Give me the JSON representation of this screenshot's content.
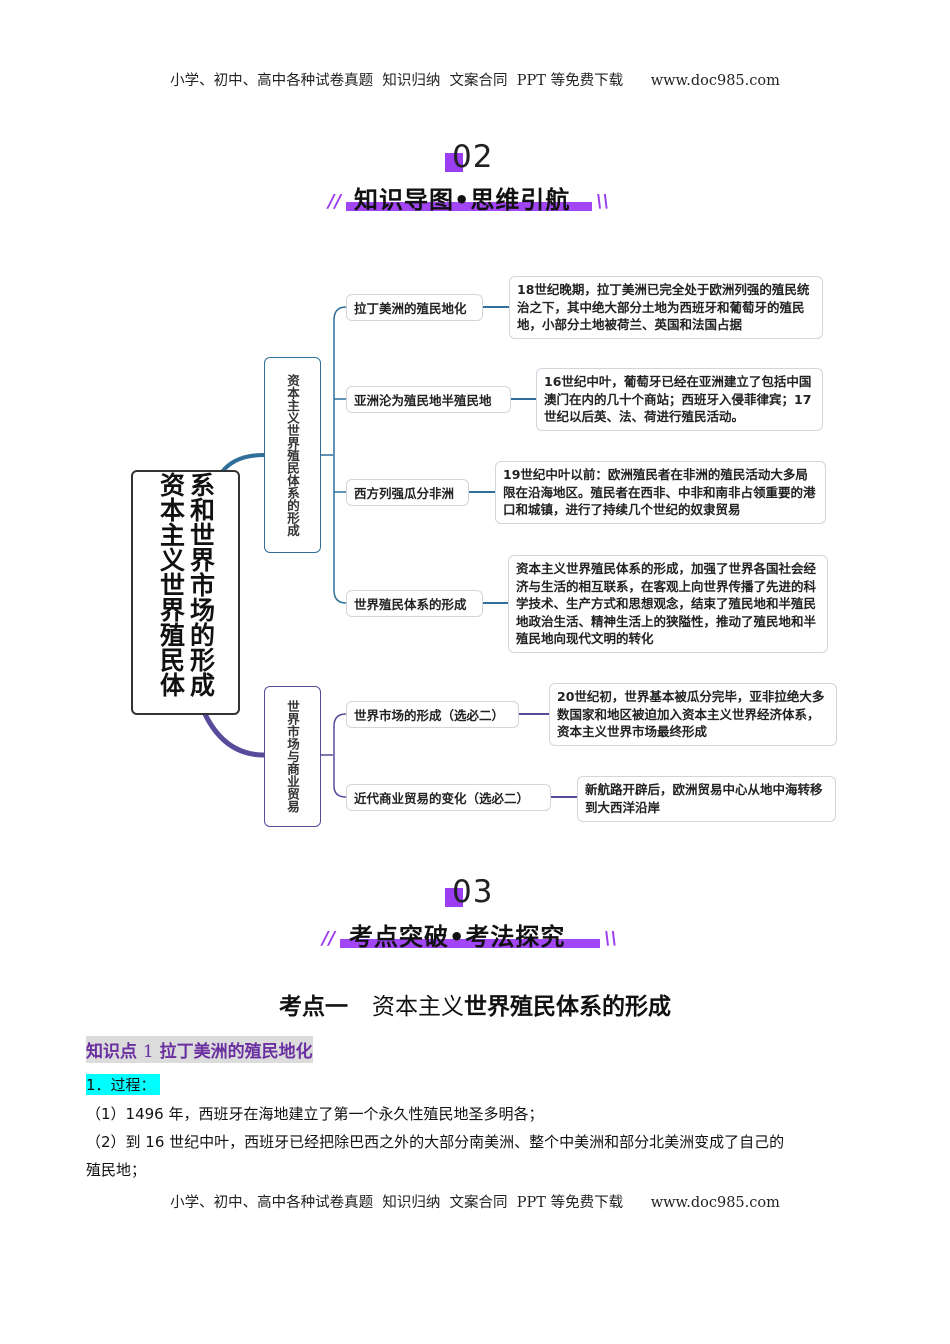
{
  "header_text": "小学、初中、高中各种试卷真题  知识归纳  文案合同  PPT 等免费下载      www.doc985.com",
  "footer_text": "小学、初中、高中各种试卷真题  知识归纳  文案合同  PPT 等免费下载      www.doc985.com",
  "section2": {
    "number": "02",
    "title": "知识导图•思维引航"
  },
  "section3": {
    "number": "03",
    "title": "考点突破•考法探究"
  },
  "accent_color": "#a145f5",
  "mindmap": {
    "root": "资本主义世界殖民体系和世界市场的形成",
    "branches": [
      {
        "label": "资本主义世界殖民体系的形成",
        "color": "#2f6f9a",
        "items": [
          {
            "label": "拉丁美洲的殖民地化",
            "detail": "18世纪晚期，拉丁美洲已完全处于欧洲列强的殖民统治之下，其中绝大部分土地为西班牙和葡萄牙的殖民地，小部分土地被荷兰、英国和法国占据"
          },
          {
            "label": "亚洲沦为殖民地半殖民地",
            "detail": "16世纪中叶，葡萄牙已经在亚洲建立了包括中国澳门在内的几十个商站；西班牙入侵菲律宾；17世纪以后英、法、荷进行殖民活动。"
          },
          {
            "label": "西方列强瓜分非洲",
            "detail": "19世纪中叶以前：欧洲殖民者在非洲的殖民活动大多局限在沿海地区。殖民者在西非、中非和南非占领重要的港口和城镇，进行了持续几个世纪的奴隶贸易"
          },
          {
            "label": "世界殖民体系的形成",
            "detail": "资本主义世界殖民体系的形成，加强了世界各国社会经济与生活的相互联系，在客观上向世界传播了先进的科学技术、生产方式和思想观念，结束了殖民地和半殖民地政治生活、精神生活上的狭隘性，推动了殖民地和半殖民地向现代文明的转化"
          }
        ]
      },
      {
        "label": "世界市场与商业贸易",
        "color": "#5a4a9a",
        "items": [
          {
            "label": "世界市场的形成（选必二）",
            "detail": "20世纪初，世界基本被瓜分完毕，亚非拉绝大多数国家和地区被迫加入资本主义世界经济体系，资本主义世界市场最终形成"
          },
          {
            "label": "近代商业贸易的变化（选必二）",
            "detail": "新航路开辟后，欧洲贸易中心从地中海转移到大西洋沿岸"
          }
        ]
      }
    ]
  },
  "content": {
    "topic_prefix": "考点一",
    "topic_normal": "资本主义",
    "topic_bold": "世界殖民体系的形成",
    "knowledge_prefix": "知识点",
    "knowledge_num": "1",
    "knowledge_title": "拉丁美洲的殖民地化",
    "subhead": "1．过程：",
    "paragraphs": [
      "（1）1496 年，西班牙在海地建立了第一个永久性殖民地圣多明各；",
      "（2）到 16 世纪中叶，西班牙已经把除巴西之外的大部分南美洲、整个中美洲和部分北美洲变成了自己的",
      "殖民地；"
    ]
  }
}
